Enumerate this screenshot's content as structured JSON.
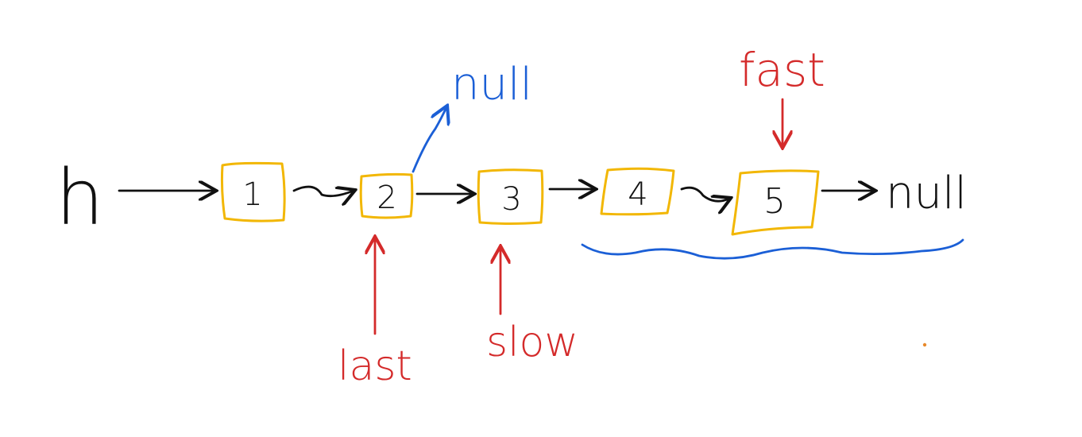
{
  "head_label": "h",
  "nodes": [
    {
      "value": "1"
    },
    {
      "value": "2"
    },
    {
      "value": "3"
    },
    {
      "value": "4"
    },
    {
      "value": "5"
    }
  ],
  "tail_null": "null",
  "branch_null": "null",
  "pointers": {
    "last": "last",
    "slow": "slow",
    "fast": "fast"
  },
  "colors": {
    "ink": "#111111",
    "node_outline": "#f2b705",
    "pointer": "#d42a2a",
    "highlight": "#1b5fd6"
  }
}
